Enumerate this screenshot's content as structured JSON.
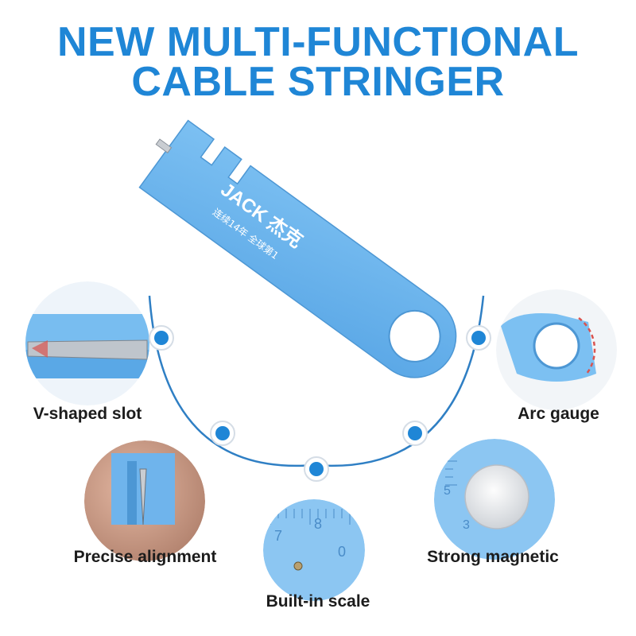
{
  "title": {
    "line1": "NEW MULTI-FUNCTIONAL",
    "line2": "CABLE STRINGER"
  },
  "product": {
    "brand_text": "JACK 杰克",
    "slogan_text": "连续14年 全球第1"
  },
  "features": [
    {
      "label": "V-shaped slot"
    },
    {
      "label": "Arc gauge"
    },
    {
      "label": "Precise alignment"
    },
    {
      "label": "Built-in scale"
    },
    {
      "label": "Strong magnetic"
    }
  ],
  "scale_digits": {
    "left": "7",
    "middle": "8",
    "right": "0",
    "mag_top": "5",
    "mag_bottom": "3"
  },
  "colors": {
    "title": "#1f86d6",
    "tool_blue": "#6fb4ec",
    "dot_blue": "#1f86d6",
    "curve": "#2f7fc4"
  }
}
